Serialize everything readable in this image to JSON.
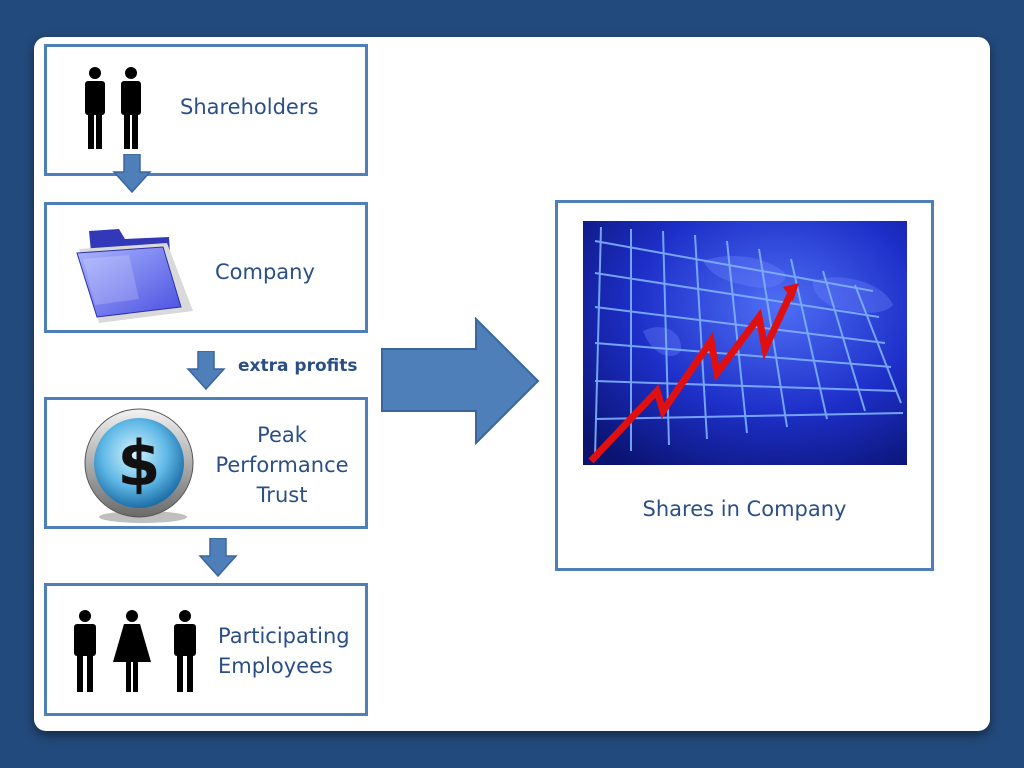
{
  "nodes": {
    "shareholders": "Shareholders",
    "company": "Company",
    "trust_line1": "Peak",
    "trust_line2": "Performance",
    "trust_line3": "Trust",
    "employees_line1": "Participating",
    "employees_line2": "Employees",
    "shares": "Shares in Company"
  },
  "edges": {
    "extra_profits": "extra profits"
  },
  "icons": {
    "shareholders": "two-men-icon",
    "company": "blue-folder-icon",
    "trust": "dollar-coin-icon",
    "employees": "man-woman-man-icon",
    "shares": "rising-stock-chart-image"
  },
  "colors": {
    "background": "#234a7c",
    "box_border": "#4f7fb9",
    "arrow_fill": "#4f7fb9",
    "text": "#2a4f86"
  }
}
